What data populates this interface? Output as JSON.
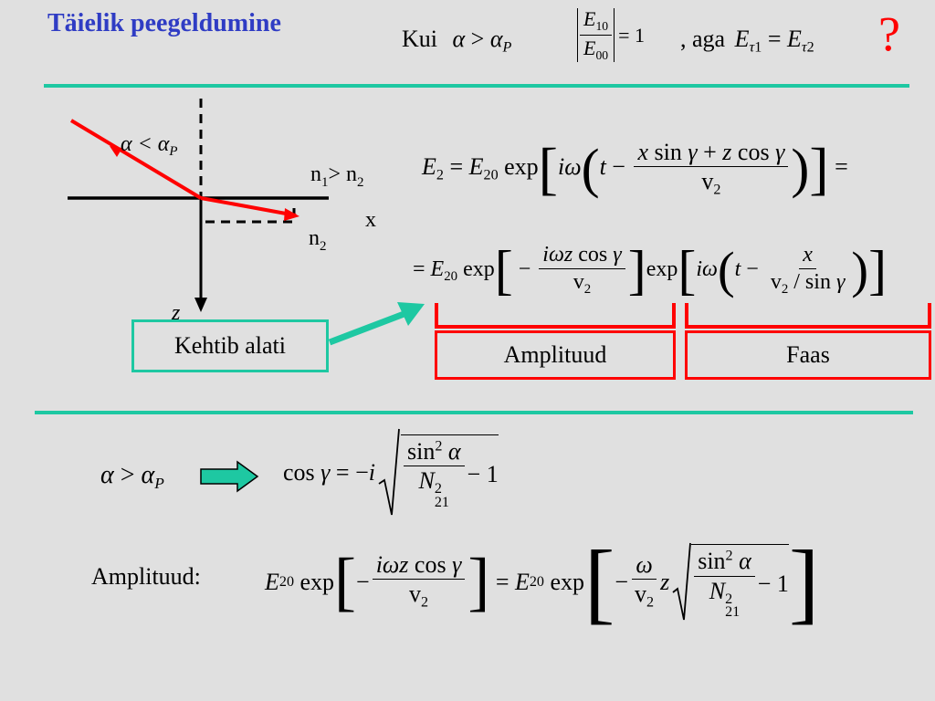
{
  "title": "Täielik peegeldumine",
  "header": {
    "kui": "Kui",
    "aga": ", aga",
    "question_mark": "?"
  },
  "diagram": {
    "angle_label": "α < α",
    "angle_sub": "P",
    "n_relation": "n",
    "n_relation_sub1": "1",
    "n_relation_gt": "> n",
    "n_relation_sub2": "2",
    "axis_x": "x",
    "axis_z": "z",
    "medium_label": "n",
    "medium_sub": "2",
    "ray_color": "#ff0000"
  },
  "callouts": {
    "kehtib": "Kehtib alati",
    "amplituud": "Amplituud",
    "faas": "Faas",
    "teal": "#1ec8a2",
    "red": "#ff0000"
  },
  "bottom": {
    "amplituud_label": "Amplituud:"
  },
  "colors": {
    "title": "#2f3cc4",
    "divider": "#1ec8a2",
    "background": "#e0e0e0"
  }
}
